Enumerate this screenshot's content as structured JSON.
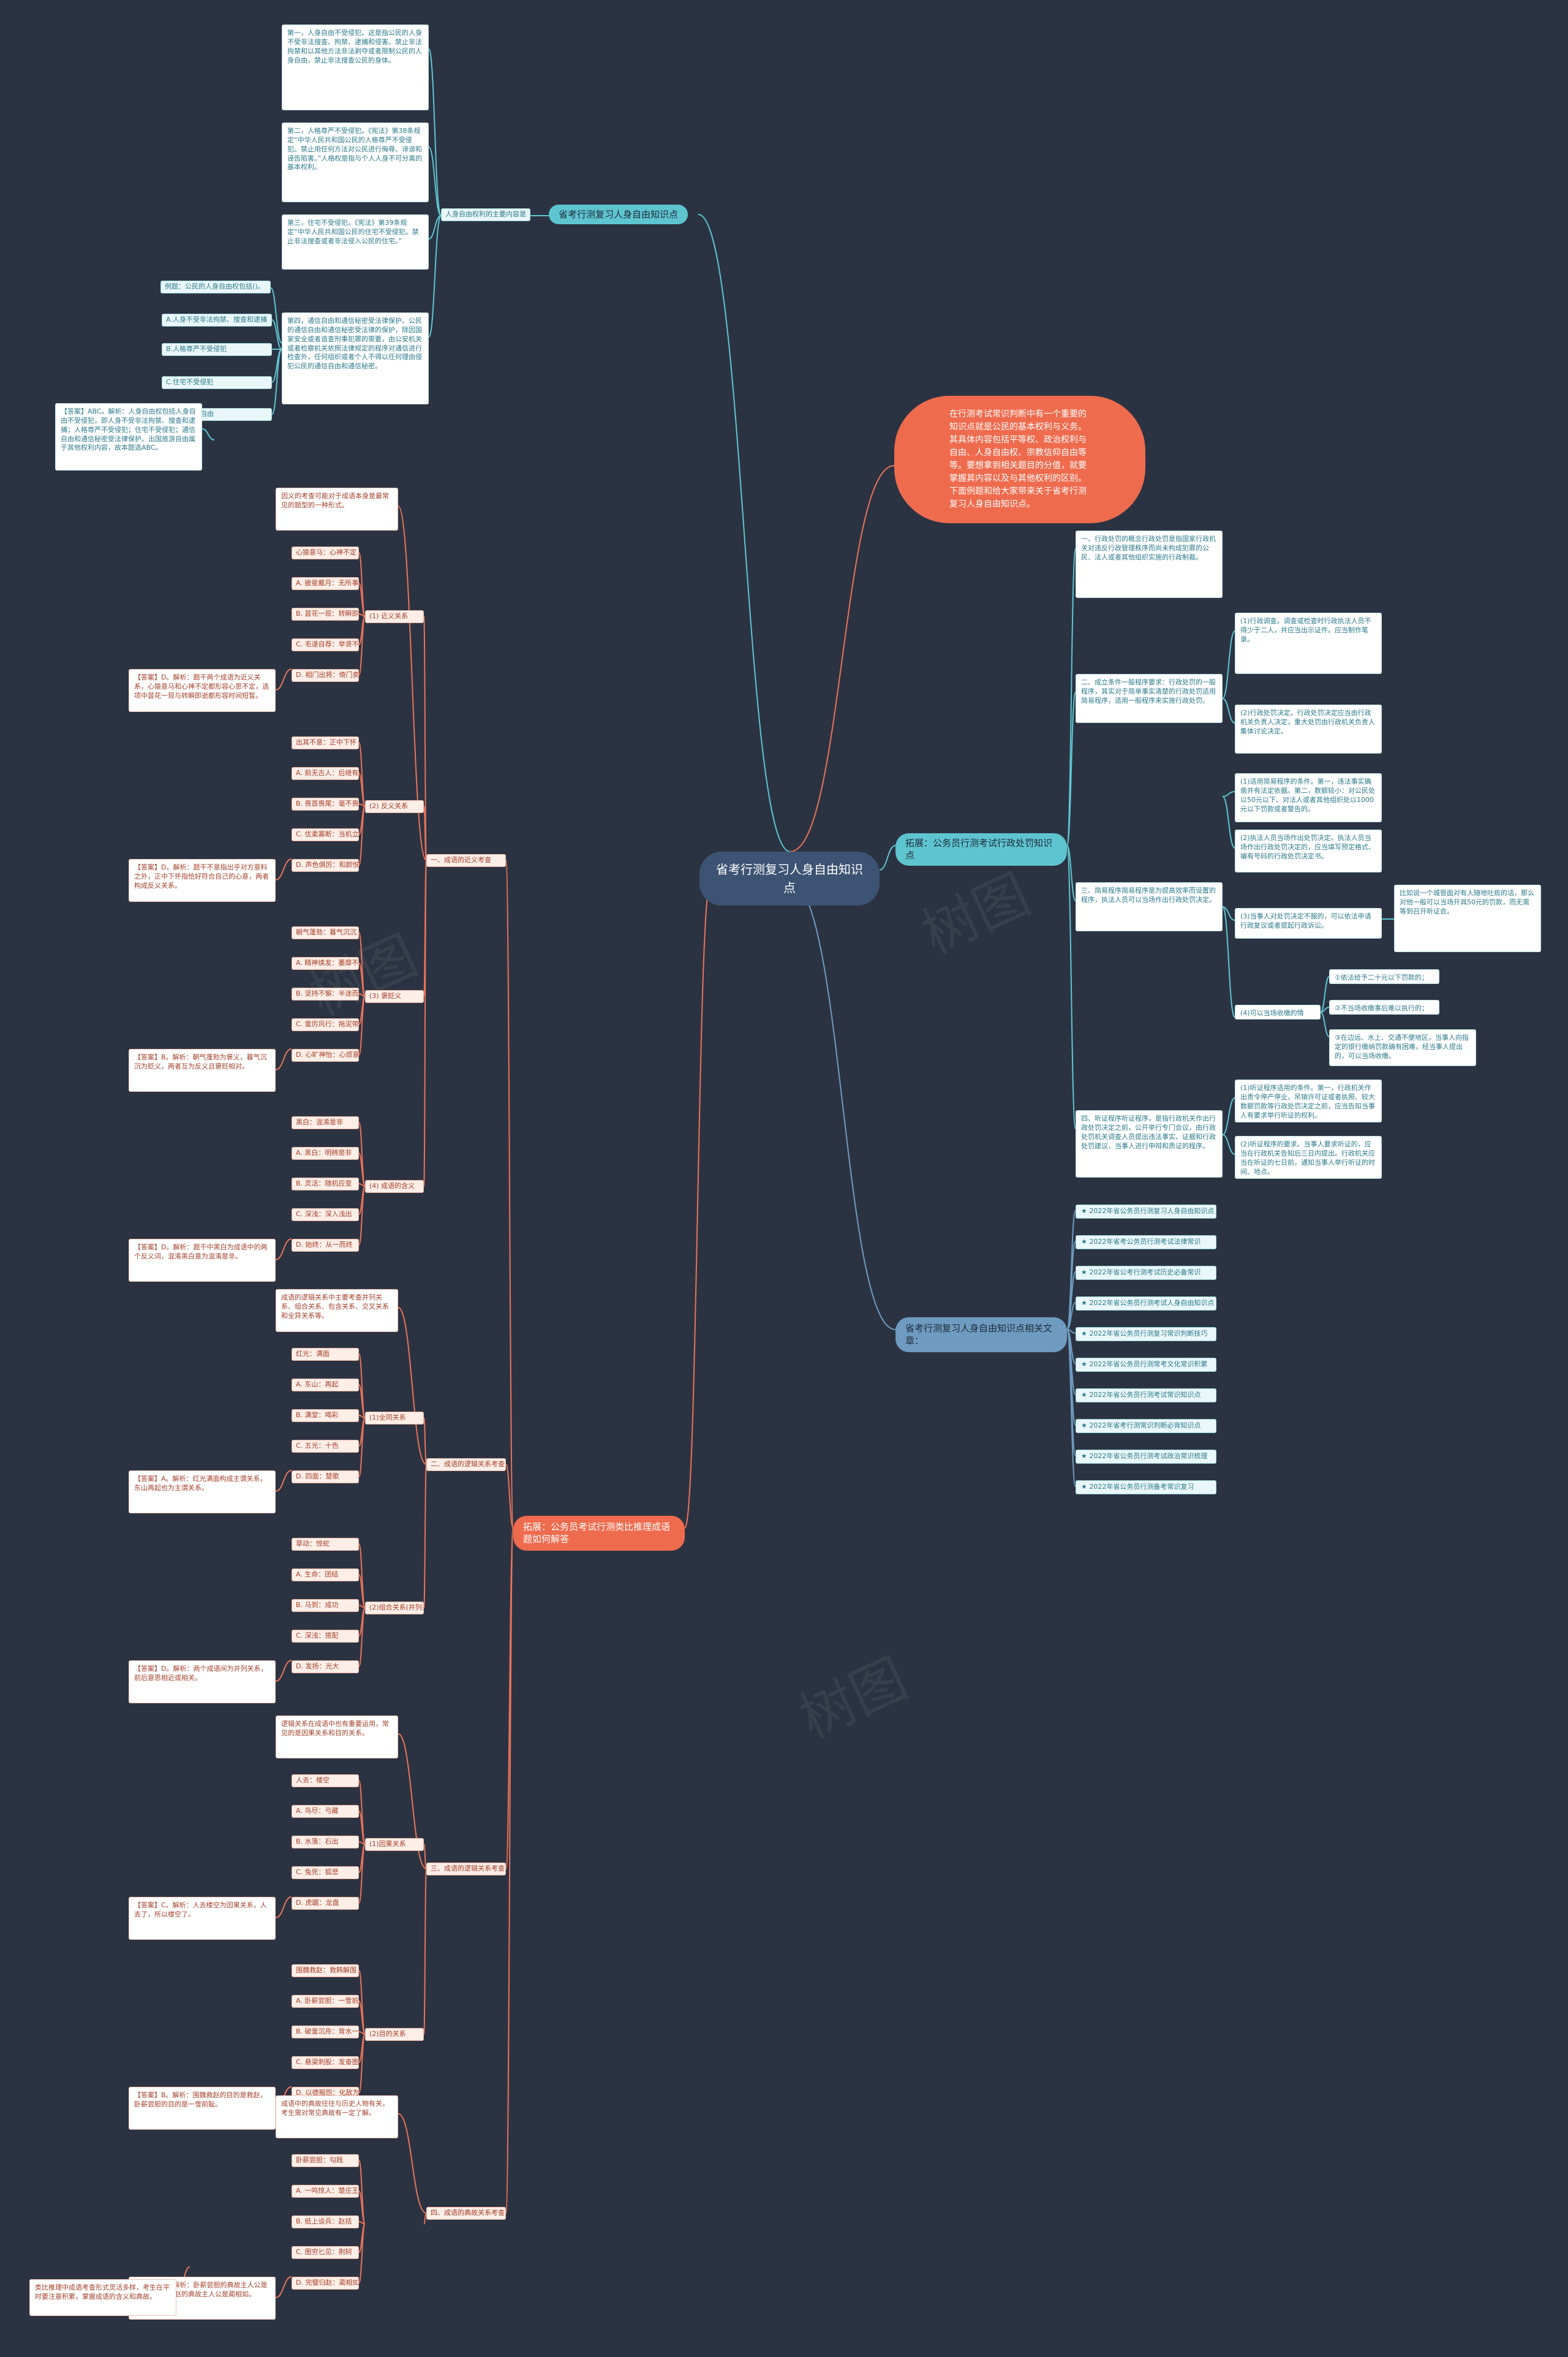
{
  "root": {
    "title": "省考行测复习人身自由知识点"
  },
  "intro": {
    "text": "在行测考试常识判断中有一个重要的知识点就是公民的基本权利与义务。其具体内容包括平等权、政治权利与自由、人身自由权、宗教信仰自由等等。要想拿到相关题目的分值，就要掌握其内容以及与其他权利的区别。下面例题和给大家带来关于省考行测复习人身自由知识点。"
  },
  "b1": {
    "label": "省考行测复习人身自由知识点",
    "sub": "人身自由权利的主要内容是",
    "texts": [
      "第一，人身自由不受侵犯。这是指公民的人身不受非法搜查、拘禁、逮捕和侵害。禁止非法拘禁和以其他方法非法剥夺或者限制公民的人身自由，禁止非法搜查公民的身体。",
      "第二，人格尊严不受侵犯。《宪法》第38条规定“中华人民共和国公民的人格尊严不受侵犯。禁止用任何方法对公民进行侮辱、诽谤和诬告陷害。”人格权是指与个人人身不可分离的基本权利。",
      "第三，住宅不受侵犯。《宪法》第39条规定“中华人民共和国公民的住宅不受侵犯。禁止非法搜查或者非法侵入公民的住宅。”",
      "第四，通信自由和通信秘密受法律保护。公民的通信自由和通信秘密受法律的保护，除因国家安全或者追查刑事犯罪的需要，由公安机关或者检察机关依照法律规定的程序对通信进行检查外，任何组织或者个人不得以任何理由侵犯公民的通信自由和通信秘密。"
    ],
    "question": "例题：公民的人身自由权包括()。",
    "options": [
      "A.人身不受非法拘禁、搜查和逮捕",
      "B.人格尊严不受侵犯",
      "C.住宅不受侵犯",
      "D.出国旅游自由"
    ],
    "answer": "【答案】ABC。解析：人身自由权包括人身自由不受侵犯，即人身不受非法拘禁、搜查和逮捕；人格尊严不受侵犯；住宅不受侵犯；通信自由和通信秘密受法律保护。出国旅游自由属于其他权利内容，故本题选ABC。"
  },
  "b2": {
    "label": "拓展：公务员行测考试行政处罚知识点",
    "texts": [
      "一、行政处罚的概念行政处罚是指国家行政机关对违反行政管理秩序而尚未构成犯罪的公民、法人或者其他组织实施的行政制裁。",
      "二、成立条件一般程序要求：行政处罚的一般程序，其实对于简单事实清楚的行政处罚适用简易程序，适用一般程序来实施行政处罚。",
      "(1)行政调查。调查或检查时行政执法人员不得少于二人，并应当出示证件。应当制作笔录。",
      "(2)行政处罚决定。行政处罚决定应当由行政机关负责人决定，重大处罚由行政机关负责人集体讨论决定。",
      "(1)适用简易程序的条件。第一，违法事实确凿并有法定依据。第二，数额较小：对公民处以50元以下、对法人或者其他组织处以1000元以下罚款或者警告的。",
      "(2)执法人员当场作出处罚决定。执法人员当场作出行政处罚决定的，应当填写预定格式、编有号码的行政处罚决定书。",
      "三、简易程序简易程序是为提高效率而设置的程序，执法人员可以当场作出行政处罚决定。",
      "比如说一个城管面对有人随地吐痰的话，那么对他一般可以当场开具50元的罚款，而无需等到召开听证会。",
      "(3)当事人对处罚决定不服的，可以依法申请行政复议或者提起行政诉讼。",
      "(4)可以当场收缴的情形：",
      "①依法给予二十元以下罚款的；",
      "②不当场收缴事后难以执行的；",
      "③在边远、水上、交通不便地区，当事人向指定的银行缴纳罚款确有困难，经当事人提出的，可以当场收缴。",
      "四、听证程序听证程序，是指行政机关作出行政处罚决定之前，公开举行专门会议，由行政处罚机关调查人员提出违法事实、证据和行政处罚建议，当事人进行申辩和质证的程序。",
      "(1)听证程序适用的条件。第一，行政机关作出责令停产停业、吊销许可证或者执照、较大数额罚款等行政处罚决定之前，应当告知当事人有要求举行听证的权利。",
      "(2)听证程序的要求。当事人要求听证的，应当在行政机关告知后三日内提出。行政机关应当在听证的七日前，通知当事人举行听证的时间、地点。"
    ]
  },
  "b3": {
    "label": "省考行测复习人身自由知识点相关文章：",
    "links": [
      "★ 2022年省公务员行测复习人身自由知识点",
      "★ 2022年省考公务员行测考试法律常识",
      "★ 2022年省公考行测考试历史必备常识",
      "★ 2022年省公务员行测考试人身自由知识点",
      "★ 2022年省公务员行测复习常识判断技巧",
      "★ 2022年省公务员行测常考文化常识积累",
      "★ 2022年省公务员行测考试常识知识点",
      "★ 2022年省考行测常识判断必背知识点",
      "★ 2022年省公务员行测考试政治常识梳理",
      "★ 2022年省公务员行测备考常识复习"
    ]
  },
  "b4": {
    "label": "拓展：公务员考试行测类比推理成语题如何解答",
    "sections": [
      {
        "label": "一、成语的近义考查",
        "intro": "因义的考查可能对于成语本身是最常见的题型的一种形式。",
        "groups": [
          {
            "label": "(1) 近义关系",
            "options": [
              "心猿意马：心神不定",
              "A. 披星戴月：无所事事",
              "B. 昙花一现：转瞬即逝",
              "C. 毛遂自荐：举贤不避亲",
              "D. 相门出将：倚门卖笑"
            ],
            "answer": "【答案】D。解析：题干两个成语为近义关系，心猿意马和心神不定都形容心思不定，选项中昙花一现与转瞬即逝都形容时间短暂。"
          },
          {
            "label": "(2) 反义关系",
            "options": [
              "出其不意：正中下怀",
              "A. 前无古人：后继有人",
              "B. 畏首畏尾：毫不畏惧",
              "C. 优柔寡断：当机立断",
              "D. 声色俱厉：和颜悦色"
            ],
            "answer": "【答案】D。解析：题干不意指出乎对方意料之外，正中下怀指恰好符合自己的心意，两者构成反义关系。"
          },
          {
            "label": "(3) 褒贬义",
            "options": [
              "朝气蓬勃：暮气沉沉",
              "A. 精神焕发：萎靡不振",
              "B. 坚持不懈：半途而废",
              "C. 雷厉风行：拖泥带水",
              "D. 心旷神怡：心烦意乱"
            ],
            "answer": "【答案】B。解析：朝气蓬勃为褒义，暮气沉沉为贬义，两者互为反义且褒贬相对。"
          },
          {
            "label": "(4) 成语的含义",
            "options": [
              "黑白：混淆是非",
              "A. 黑白：明辨是非",
              "B. 灵活：随机应变",
              "C. 深浅：深入浅出",
              "D. 始终：从一而终"
            ],
            "answer": "【答案】D。解析：题干中黑白为成语中的两个反义词，混淆黑白意为混淆是非。"
          }
        ]
      },
      {
        "label": "二、成语的逻辑关系考查",
        "intro": "成语的逻辑关系中主要考查并列关系、组合关系、包含关系、交叉关系和全异关系等。",
        "groups": [
          {
            "label": "(1)全同关系",
            "options": [
              "红光：满面",
              "A. 东山：再起",
              "B. 满堂：喝彩",
              "C. 五光：十色",
              "D. 四面：楚歌"
            ],
            "answer": "【答案】A。解析：红光满面构成主谓关系，东山再起也为主谓关系。"
          },
          {
            "label": "(2)组合关系(并列关系)",
            "options": [
              "草动：惊蛇",
              "A. 生命：团结",
              "B. 马到：成功",
              "C. 深浅：搭配",
              "D. 发扬：光大"
            ],
            "answer": "【答案】D。解析：两个成语间为并列关系，前后意思相近或相关。"
          }
        ]
      },
      {
        "label": "三、成语的逻辑关系考查",
        "intro": "逻辑关系在成语中也有重要运用，常见的是因果关系和目的关系。",
        "groups": [
          {
            "label": "(1)因果关系",
            "options": [
              "人去：楼空",
              "A. 鸟尽：弓藏",
              "B. 水落：石出",
              "C. 兔死：狐悲",
              "D. 虎踞：龙盘"
            ],
            "answer": "【答案】C。解析：人去楼空为因果关系，人去了，所以楼空了。"
          },
          {
            "label": "(2)目的关系",
            "options": [
              "围魏救赵：救韩解围",
              "A. 卧薪尝胆：一雪前耻",
              "B. 破釜沉舟：背水一战",
              "C. 悬梁刺股：发奋图强",
              "D. 以德报怨：化敌为友"
            ],
            "answer": "【答案】B。解析：围魏救赵的目的是救赵，卧薪尝胆的目的是一雪前耻。"
          }
        ]
      },
      {
        "label": "四、成语的典故关系考查",
        "intro": "成语中的典故往往与历史人物有关，考生需对常见典故有一定了解。",
        "groups": [
          {
            "label": "",
            "options": [
              "卧薪尝胆：勾践",
              "A. 一鸣惊人：楚庄王",
              "B. 纸上谈兵：赵括",
              "C. 图穷匕见：荆轲",
              "D. 完璧归赵：蔺相如"
            ],
            "answer": "【答案】D。解析：卧薪尝胆的典故主人公是勾践，完璧归赵的典故主人公是蔺相如。"
          }
        ]
      }
    ],
    "summary": "类比推理中成语考查形式灵活多样，考生在平时要注意积累，掌握成语的含义和典故。"
  },
  "watermark": "树图"
}
